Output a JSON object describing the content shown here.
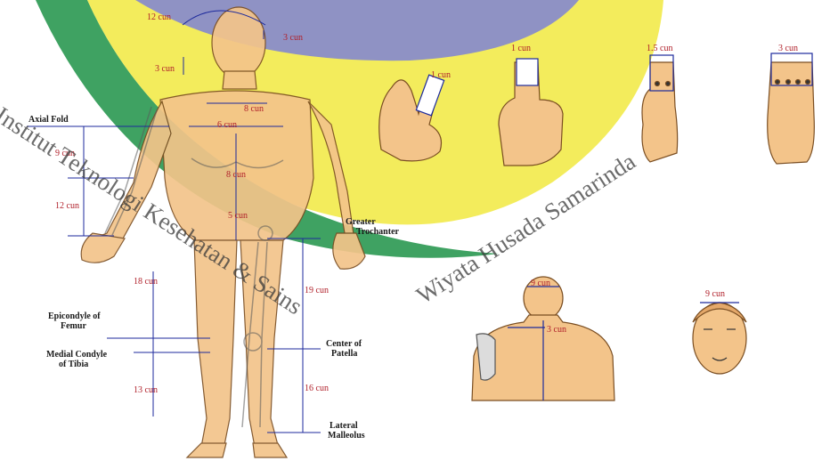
{
  "colors": {
    "swoosh_blue": "#8f92c4",
    "swoosh_yellow": "#f2ea4a",
    "swoosh_green": "#2f9a55",
    "skin": "#f3c48a",
    "measure_red": "#b0202a",
    "measure_blue": "#1d2a9c"
  },
  "measure_labels": {
    "head_width": "12 cun",
    "ear_top": "3 cun",
    "neck": "3 cun",
    "chest": "8 cun",
    "between_nipples": "6 cun",
    "upper_arm": "9 cun",
    "forearm": "12 cun",
    "abdomen_upper": "8 cun",
    "abdomen_lower": "5 cun",
    "thigh": "18 cun",
    "thigh_side": "19 cun",
    "shin": "13 cun",
    "shin_side": "16 cun",
    "finger_middle": "1 cun",
    "thumb": "1 cun",
    "two_fingers": "1.5 cun",
    "four_fingers": "3 cun",
    "back_head": "9 cun",
    "shoulder_blade": "3 cun",
    "forehead": "9 cun"
  },
  "anatomy_labels": {
    "axial_fold": "Axial Fold",
    "greater_trochanter_1": "Greater",
    "greater_trochanter_2": "Trochanter",
    "epicondyle_1": "Epicondyle of",
    "epicondyle_2": "Femur",
    "medial_condyle_1": "Medial Condyle",
    "medial_condyle_2": "of Tibia",
    "center_patella_1": "Center of",
    "center_patella_2": "Patella",
    "lateral_malleolus_1": "Lateral",
    "lateral_malleolus_2": "Malleolus"
  },
  "watermark": {
    "line_1": "Institut Teknologi Kesehatan & Sains",
    "line_2": "Wiyata Husada Samarinda"
  }
}
